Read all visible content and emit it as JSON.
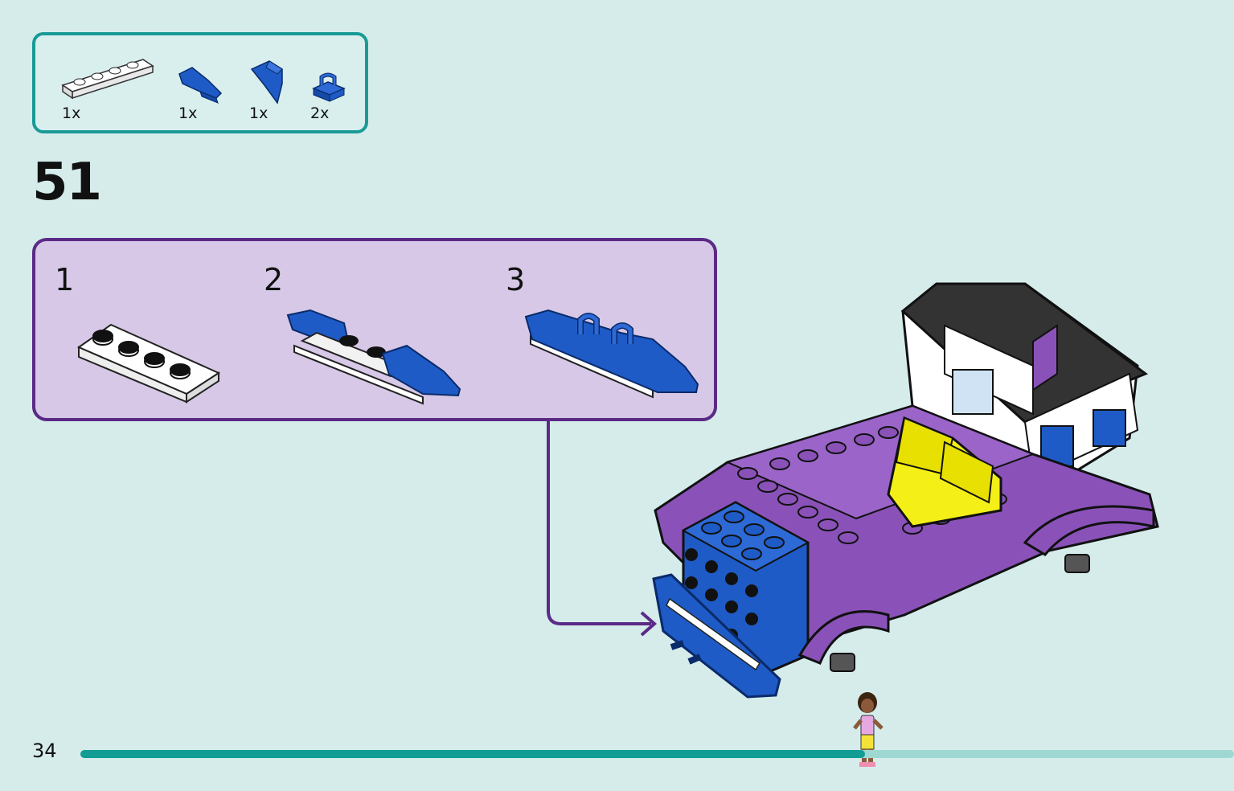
{
  "parts_list": {
    "items": [
      {
        "qty": "1x",
        "part": "white-plate-1x4-icon"
      },
      {
        "qty": "1x",
        "part": "blue-wedge-plate-left-icon"
      },
      {
        "qty": "1x",
        "part": "blue-wedge-plate-right-icon"
      },
      {
        "qty": "2x",
        "part": "blue-clip-plate-icon"
      }
    ]
  },
  "step": {
    "number": "51"
  },
  "substeps": [
    {
      "number": "1"
    },
    {
      "number": "2"
    },
    {
      "number": "3"
    }
  ],
  "footer": {
    "page_number": "34",
    "progress_fraction": 0.68
  },
  "colors": {
    "background": "#d5eceb",
    "parts_border": "#1a9a96",
    "substep_border": "#5b2a86",
    "substep_fill": "#d6c8e6",
    "brick_blue": "#1e5bc6",
    "brick_purple": "#8a52b8",
    "brick_yellow": "#f4ef17",
    "progress": "#119c94"
  }
}
